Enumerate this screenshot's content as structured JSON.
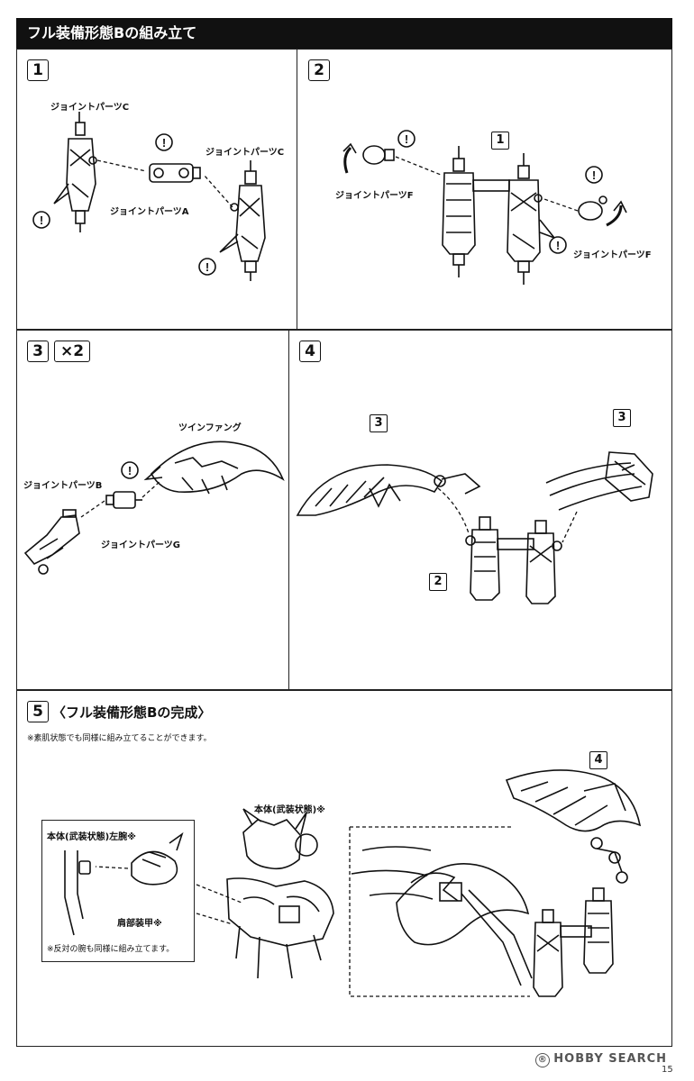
{
  "header": {
    "title": "フル装備形態Bの組み立て"
  },
  "step1": {
    "number": "1",
    "label_c_left": "ジョイントパーツC",
    "label_c_right": "ジョイントパーツC",
    "label_a": "ジョイントパーツA"
  },
  "step2": {
    "number": "2",
    "callout": "1",
    "label_f_left": "ジョイントパーツF",
    "label_f_right": "ジョイントパーツF"
  },
  "step3": {
    "number": "3",
    "multiplier": "×2",
    "label_twin_fang": "ツインファング",
    "label_b": "ジョイントパーツB",
    "label_g": "ジョイントパーツG"
  },
  "step4": {
    "number": "4",
    "callout_left": "3",
    "callout_right": "3",
    "callout_bottom": "2"
  },
  "step5": {
    "number": "5",
    "title": "〈フル装備形態Bの完成〉",
    "note_top": "※素肌状態でも同様に組み立てることができます。",
    "label_body": "本体(武装状態)※",
    "label_left_arm": "本体(武装状態)左腕※",
    "label_shoulder": "肩部装甲※",
    "note_opposite": "※反対の腕も同様に組み立てます。",
    "callout": "4"
  },
  "watermark": {
    "text": "HOBBY SEARCH",
    "mark": "®"
  },
  "page": {
    "number": "15"
  },
  "colors": {
    "ink": "#111111",
    "paper": "#ffffff",
    "header_bg": "#111111"
  }
}
